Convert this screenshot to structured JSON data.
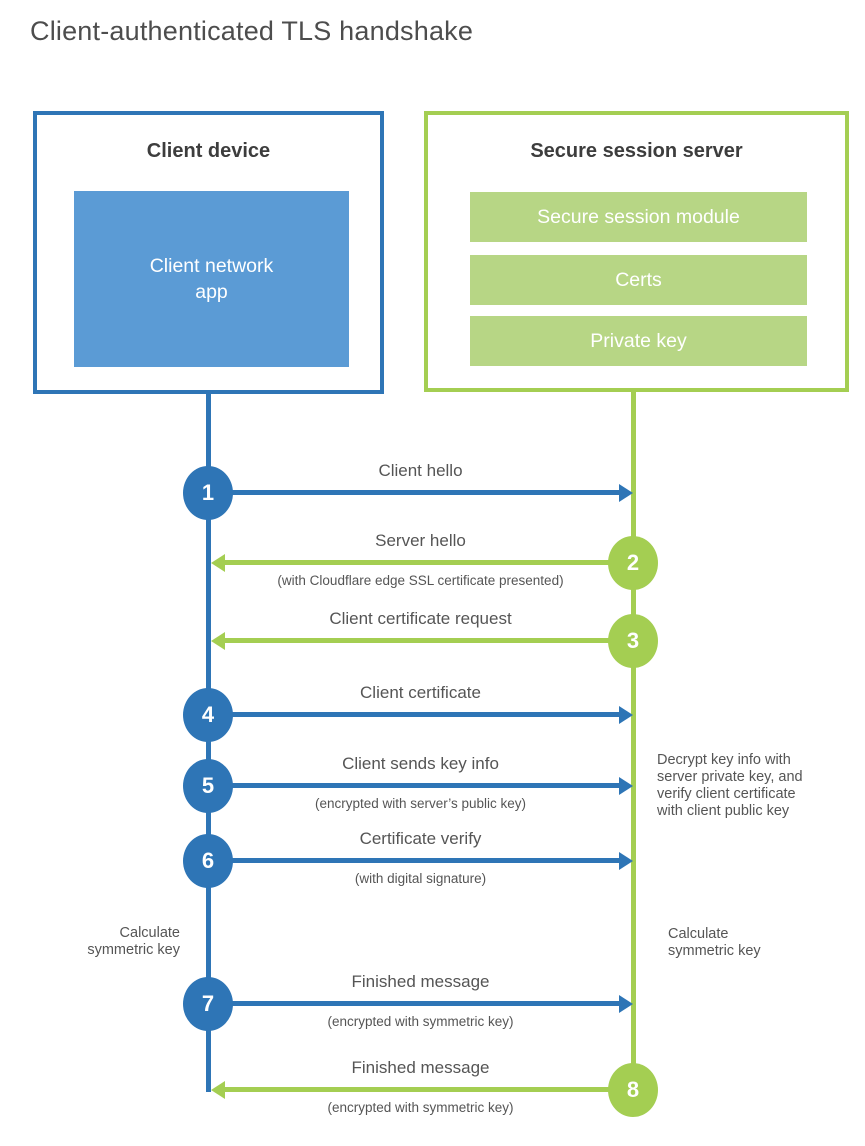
{
  "title": "Client-authenticated TLS handshake",
  "colors": {
    "blue": "#2e75b6",
    "blue_fill": "#5b9bd5",
    "green": "#a4ce52",
    "green_fill": "#b7d685",
    "label_text": "#555555",
    "heading_text": "#3d3d3d"
  },
  "client": {
    "title": "Client device",
    "app_label": "Client network app"
  },
  "server": {
    "title": "Secure session server",
    "modules": [
      "Secure session module",
      "Certs",
      "Private key"
    ]
  },
  "steps": [
    {
      "number": "1",
      "from": "client",
      "label": "Client hello",
      "sublabel": ""
    },
    {
      "number": "2",
      "from": "server",
      "label": "Server hello",
      "sublabel": "(with Cloudflare edge SSL certificate presented)"
    },
    {
      "number": "3",
      "from": "server",
      "label": "Client certificate request",
      "sublabel": ""
    },
    {
      "number": "4",
      "from": "client",
      "label": "Client certificate",
      "sublabel": ""
    },
    {
      "number": "5",
      "from": "client",
      "label": "Client sends key info",
      "sublabel": "(encrypted with server’s public key)"
    },
    {
      "number": "6",
      "from": "client",
      "label": "Certificate verify",
      "sublabel": "(with digital signature)"
    },
    {
      "number": "7",
      "from": "client",
      "label": "Finished message",
      "sublabel": "(encrypted with symmetric key)"
    },
    {
      "number": "8",
      "from": "server",
      "label": "Finished message",
      "sublabel": "(encrypted with symmetric key)"
    }
  ],
  "notes": {
    "decrypt_note": "Decrypt key info with\nserver private key, and\nverify client certificate\nwith client public key",
    "calc_left": "Calculate\nsymmetric key",
    "calc_right": "Calculate\nsymmetric key"
  }
}
